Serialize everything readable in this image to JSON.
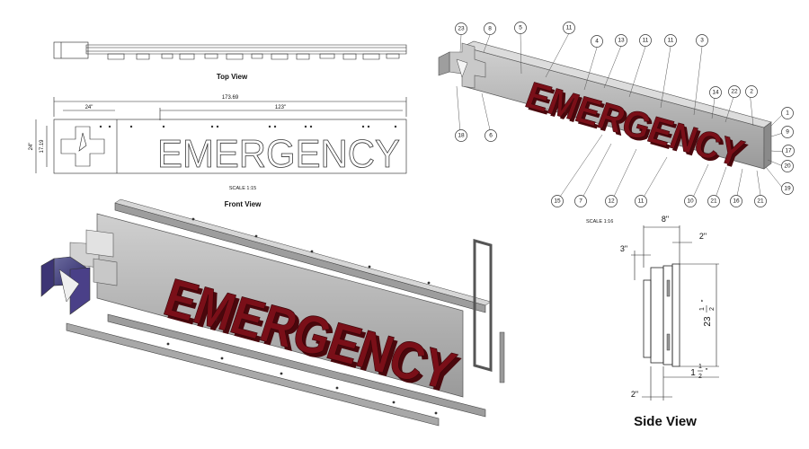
{
  "views": {
    "top_title": "Top View",
    "front_title": "Front View",
    "side_title": "Side View"
  },
  "front": {
    "sign_text": "EMERGENCY",
    "overall_width": "173.69",
    "cross_width": "24\"",
    "letters_width": "123\"",
    "height_a": "24\"",
    "height_b": "17.19",
    "scale": "SCALE 1:15"
  },
  "side": {
    "scale": "SCALE 1:16",
    "dim_depth": "8\"",
    "dim_3": "3\"",
    "dim_2_top": "2\"",
    "dim_2_bottom": "2\"",
    "height_whole": "23",
    "height_frac_num": "1",
    "height_frac_den": "2",
    "height_inch": "\"",
    "bottom_whole": "1",
    "bottom_frac_num": "1",
    "bottom_frac_den": "2",
    "bottom_inch": "\""
  },
  "callouts": {
    "top_row": [
      "23",
      "8",
      "5",
      "11",
      "4",
      "13",
      "11",
      "11",
      "3"
    ],
    "right_col": [
      "14",
      "22",
      "2",
      "1",
      "9",
      "17",
      "20",
      "19"
    ],
    "bottom_row": [
      "18",
      "6",
      "15",
      "7",
      "12",
      "11",
      "10",
      "21",
      "16",
      "21"
    ]
  },
  "colors": {
    "letter_face": "#7a0f18",
    "letter_side": "#4a070c",
    "panel": "#b7b7b7",
    "cross_accent": "#4a4088"
  }
}
